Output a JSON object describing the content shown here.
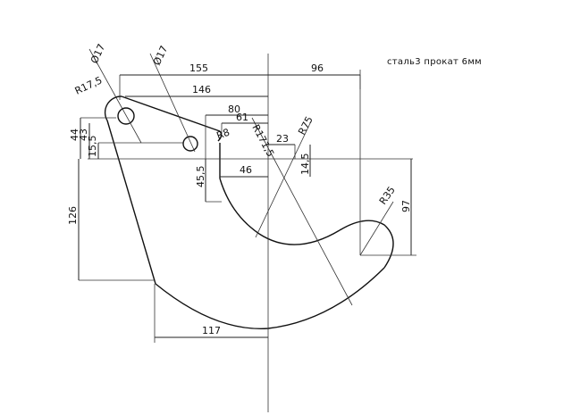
{
  "material_note": "сталь3 прокат 6мм",
  "dimensions": {
    "d155": "155",
    "d96": "96",
    "d146": "146",
    "d80": "80",
    "d61": "61",
    "d23": "23",
    "d14_5": "14,5",
    "d46": "46",
    "d45_5": "45,5",
    "d44": "44",
    "d43": "43",
    "d15_5": "15,5",
    "d126": "126",
    "d117": "117",
    "d97": "97"
  },
  "callouts": {
    "phi17_a": "Ø17",
    "phi17_b": "Ø17",
    "r17_5": "R17,5",
    "r8": "R8",
    "r171_5": "R171,5",
    "r75": "R75",
    "r35": "R35"
  }
}
